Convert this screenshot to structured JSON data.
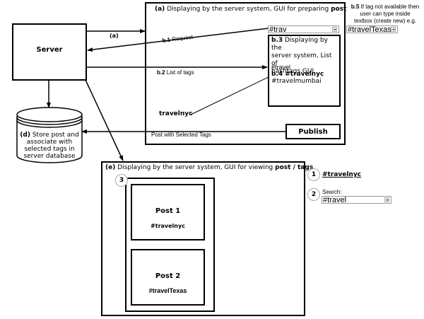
{
  "server": {
    "label": "Server"
  },
  "database": {
    "label_prefix": "(d)",
    "label_lines": [
      "Store post and",
      "associate with",
      "selected tags in",
      "server database"
    ]
  },
  "arrows": {
    "a": "(a)",
    "b1_prefix": "b.1",
    "b1_label": "Request",
    "b2_prefix": "b.2",
    "b2_label": "List of tags",
    "publish_flow": "Post with Selected Tags"
  },
  "panel_a": {
    "title_prefix": "(a)",
    "title_text": "Displaying by the server system, GUI for preparing",
    "title_bold": "post",
    "tag_input": {
      "value": "#trav"
    },
    "hashtag_list": {
      "title_prefix": "b.3",
      "title_lines": [
        "Displaying by the",
        "server system, List of",
        "hashtags GUI"
      ],
      "items": [
        "#travel",
        "#travelnyc",
        "#travelmumbai"
      ],
      "selected_prefix": "b.4"
    },
    "selected_tag": "travelnyc",
    "publish_button": "Publish"
  },
  "note_b5": {
    "prefix": "b.5",
    "lines": [
      "If tag not available then",
      "user can type inside",
      "textbox (create new) e.g."
    ],
    "input_value": "#travelTexas"
  },
  "panel_e": {
    "title_prefix": "(e)",
    "title_text": "Displaying by the server system, GUI for viewing",
    "title_bold": "post / tags",
    "feed_marker": "3",
    "posts": [
      {
        "title": "Post 1",
        "tag": "#travelnyc"
      },
      {
        "title": "Post 2",
        "tag": "#travelTexas"
      }
    ]
  },
  "side": {
    "marker1": "1",
    "tag_link": "#travelnyc",
    "marker2": "2",
    "search_label": "Search:",
    "search_value": "#travel"
  }
}
